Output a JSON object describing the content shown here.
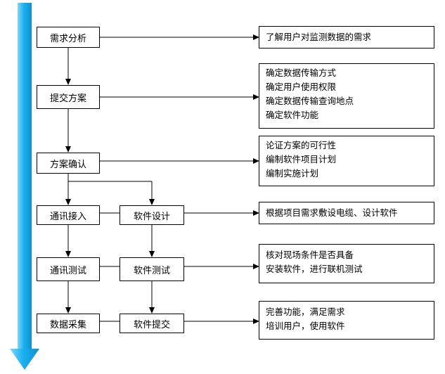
{
  "flow": {
    "steps": {
      "analysis": "需求分析",
      "proposal": "提交方案",
      "confirm": "方案确认",
      "comm_access": "通讯接入",
      "sw_design": "软件设计",
      "comm_test": "通讯测试",
      "sw_test": "软件测试",
      "data_collect": "数据采集",
      "sw_submit": "软件提交"
    },
    "notes": {
      "analysis": [
        "了解用户对监测数据的需求"
      ],
      "proposal": [
        "确定数据传输方式",
        "确定用户使用权限",
        "确定数据传输查询地点",
        "确定软件功能"
      ],
      "confirm": [
        "论证方案的可行性",
        "编制软件项目计划",
        "编制实施计划"
      ],
      "design": [
        "根据项目需求敷设电缆、设计软件"
      ],
      "test": [
        "核对现场条件是否具备",
        "安装软件，进行联机测试"
      ],
      "submit": [
        "完善功能，满足需求",
        "培训用户，使用软件"
      ]
    }
  },
  "colors": {
    "progress_arrow": "#1ab0ef",
    "lines": "#000000"
  }
}
